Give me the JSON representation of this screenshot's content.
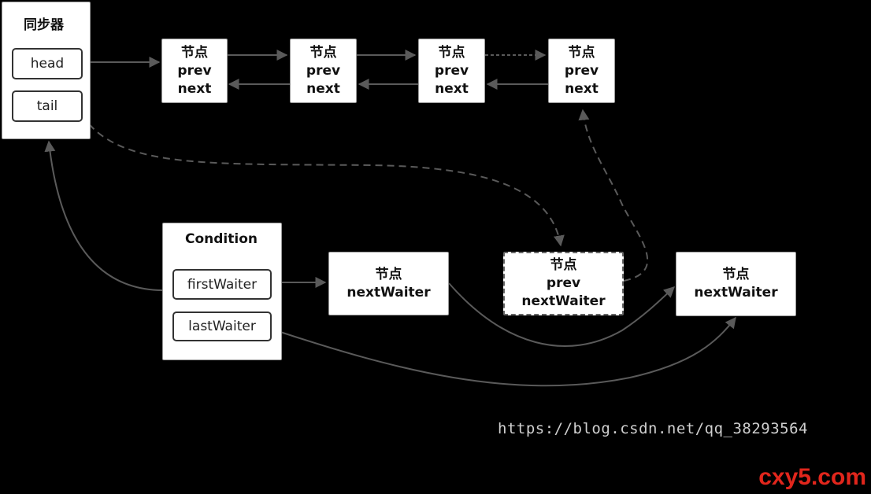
{
  "synchronizer": {
    "title": "同步器",
    "head_label": "head",
    "tail_label": "tail"
  },
  "sync_queue": [
    {
      "title": "节点",
      "prev": "prev",
      "next": "next"
    },
    {
      "title": "节点",
      "prev": "prev",
      "next": "next"
    },
    {
      "title": "节点",
      "prev": "prev",
      "next": "next"
    },
    {
      "title": "节点",
      "prev": "prev",
      "next": "next"
    }
  ],
  "condition": {
    "title": "Condition",
    "first_waiter_label": "firstWaiter",
    "last_waiter_label": "lastWaiter"
  },
  "wait_queue": [
    {
      "title": "节点",
      "next_waiter": "nextWaiter"
    },
    {
      "title": "节点",
      "prev": "prev",
      "next_waiter": "nextWaiter"
    },
    {
      "title": "节点",
      "next_waiter": "nextWaiter"
    }
  ],
  "watermark": "https://blog.csdn.net/qq_38293564",
  "brand": "cxy5.com",
  "colors": {
    "background": "#000000",
    "node_fill": "#ffffff",
    "arrow": "#5a5a5a",
    "brand": "#e1261c"
  }
}
